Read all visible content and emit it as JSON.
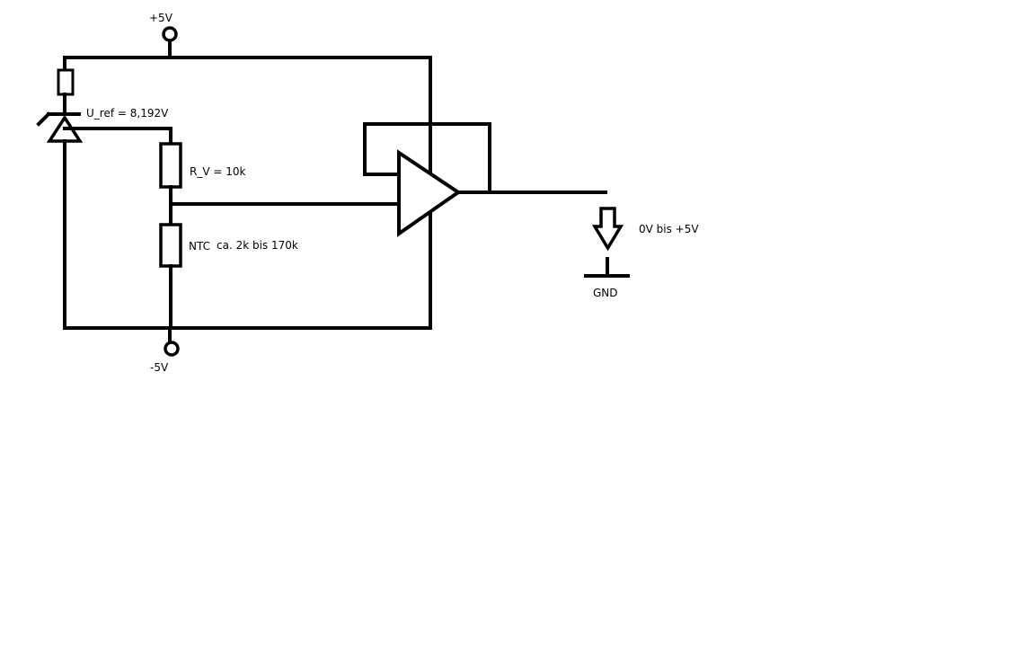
{
  "labels": {
    "vplus": "+5V",
    "vminus": "-5V",
    "uref": "U_ref = 8,192V",
    "rv": "R_V = 10k",
    "ntc": "NTC",
    "ntc_range": "ca. 2k bis 170k",
    "output_range": "0V bis +5V",
    "gnd": "GND"
  },
  "colors": {
    "wire": "#000000",
    "background": "#ffffff"
  }
}
